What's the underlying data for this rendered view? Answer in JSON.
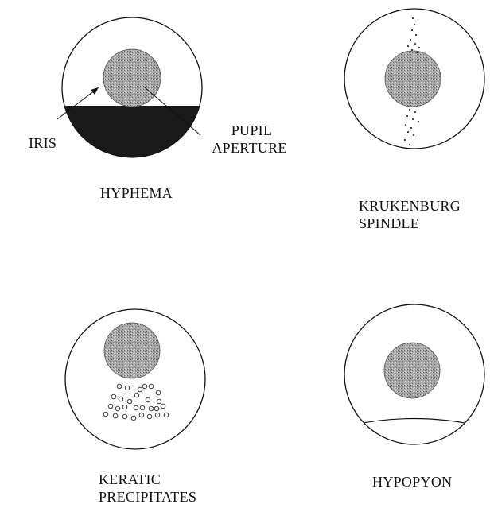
{
  "colors": {
    "outline": "#111111",
    "pupil_fill": "#9a9a9a",
    "blood_fill": "#1a1a1a",
    "background": "#ffffff"
  },
  "labels": {
    "iris": "IRIS",
    "pupil_line1": "PUPIL",
    "pupil_line2": "APERTURE"
  },
  "panels": [
    {
      "id": "hyphema",
      "lines": [
        "HYPHEMA"
      ]
    },
    {
      "id": "krukenburg",
      "lines": [
        "KRUKENBURG",
        "SPINDLE"
      ]
    },
    {
      "id": "keratic",
      "lines": [
        "KERATIC",
        "PRECIPITATES"
      ]
    },
    {
      "id": "hypopyon",
      "lines": [
        "HYPOPYON"
      ]
    }
  ]
}
